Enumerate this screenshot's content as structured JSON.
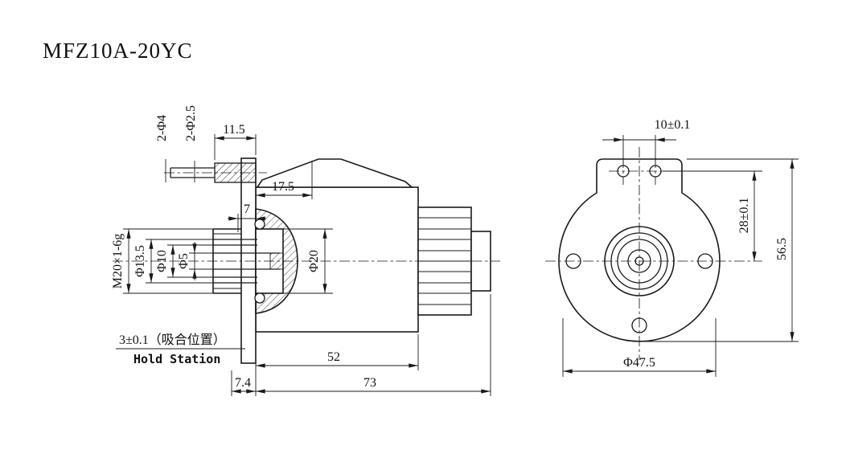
{
  "title": "MFZ10A-20YC",
  "side_view": {
    "dims": {
      "holes_outer": "2-Φ4",
      "holes_inner": "2-Φ2.5",
      "tab_width": "11.5",
      "connector_offset": "17.5",
      "gap7": "7",
      "thread": "M20×1-6g",
      "phi135": "Φ13.5",
      "phi10": "Φ10",
      "phi5": "Φ5",
      "phi20": "Φ20",
      "stroke_cn": "3±0.1（吸合位置）",
      "stroke_en": "Hold Station",
      "coil_len": "52",
      "plate_off": "7.4",
      "total_len": "73"
    }
  },
  "front_view": {
    "dims": {
      "hole_pitch": "10±0.1",
      "height_to_center": "28±0.1",
      "total_height": "56.5",
      "flange_dia": "Φ47.5"
    }
  }
}
